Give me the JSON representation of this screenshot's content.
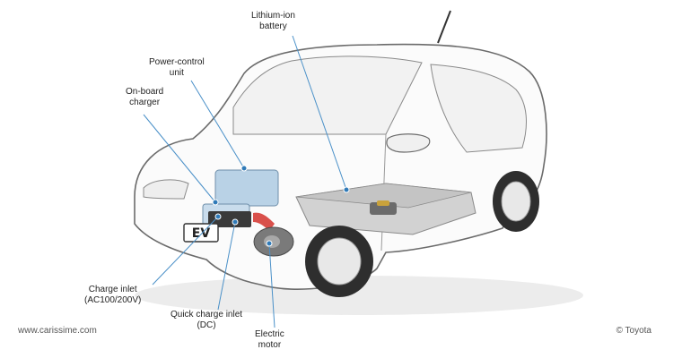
{
  "labels": {
    "battery": [
      "Lithium-ion",
      "battery"
    ],
    "pcu": [
      "Power-control",
      "unit"
    ],
    "charger": [
      "On-board",
      "charger"
    ],
    "charge_inlet": [
      "Charge inlet",
      "(AC100/200V)"
    ],
    "quick_charge_inlet": [
      "Quick charge inlet",
      "(DC)"
    ],
    "motor": [
      "Electric",
      "motor"
    ]
  },
  "plate_text": "EV",
  "footer": {
    "left": "www.carissime.com",
    "right": "© Toyota"
  },
  "colors": {
    "leader_line": "#4a90c8",
    "leader_dot": "#2f7ab8",
    "car_outline": "#6b6b6b",
    "component_blue": "#b9d2e6",
    "component_red": "#d9504b"
  }
}
